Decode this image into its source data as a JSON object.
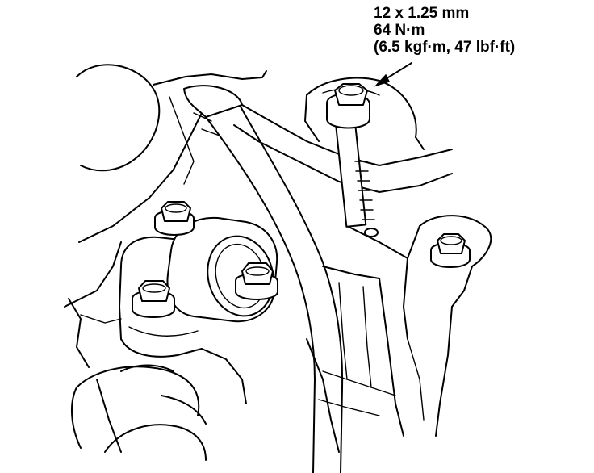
{
  "callout": {
    "line1": "12 x 1.25 mm",
    "line2": "64 N·m",
    "line3": "(6.5 kgf·m, 47 lbf·ft)"
  },
  "colors": {
    "ink": "#000000",
    "paper": "#ffffff"
  }
}
